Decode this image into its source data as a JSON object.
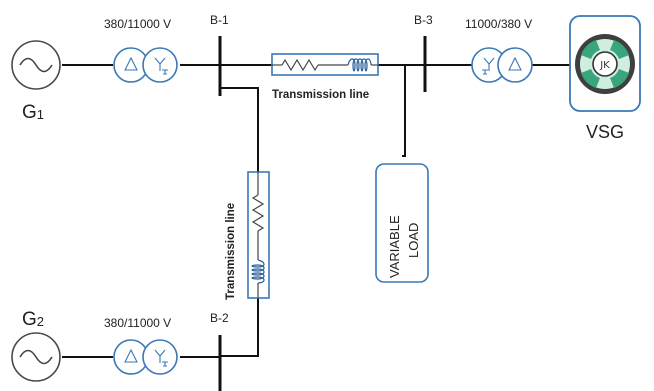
{
  "generators": {
    "g1_main": "G",
    "g1_sub": "1",
    "g2_main": "G",
    "g2_sub": "2"
  },
  "buses": {
    "b1": "B-1",
    "b2": "B-2",
    "b3": "B-3"
  },
  "transformers": {
    "t1": "380/11000 V",
    "t2": "380/11000 V",
    "t3": "11000/380 V"
  },
  "lines": {
    "horizontal": "Transmission line",
    "vertical": "Transmission line"
  },
  "load": {
    "line1": "VARIABLE",
    "line2": "LOAD"
  },
  "vsg": {
    "label": "VSG",
    "glyph": "JK"
  }
}
